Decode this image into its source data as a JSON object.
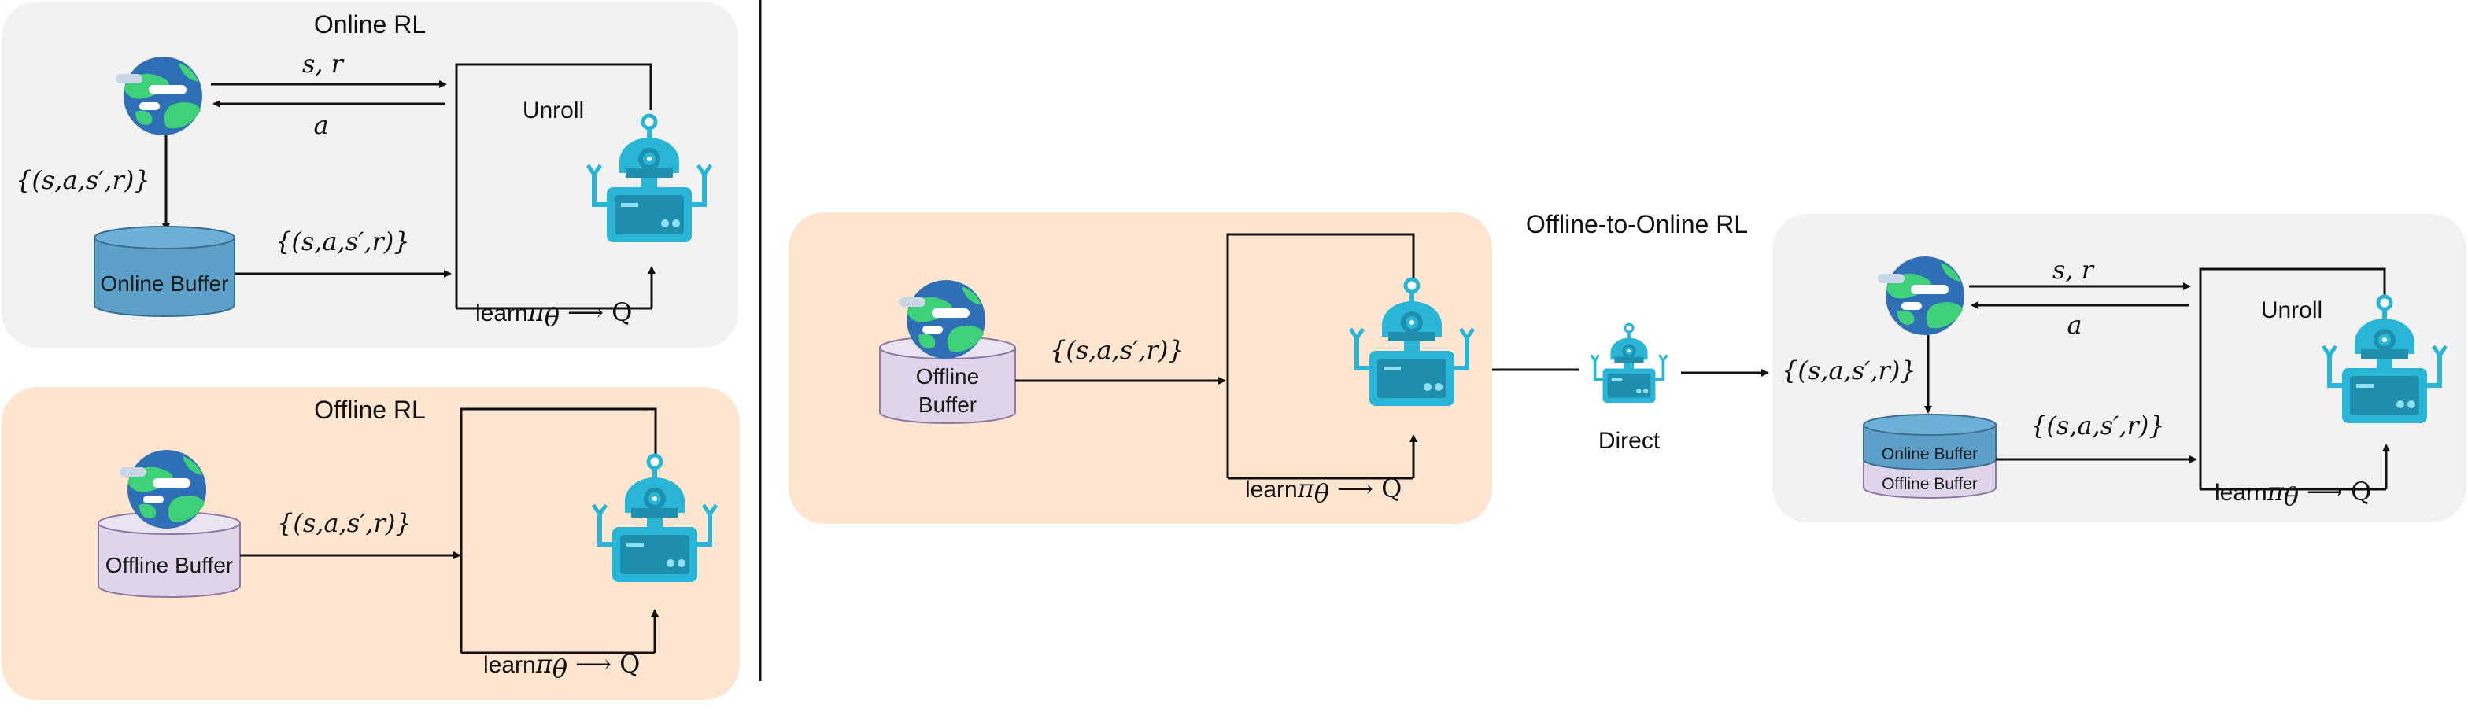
{
  "panels": {
    "online": {
      "title": "Online RL",
      "state_reward": "s, r",
      "action": "a",
      "unroll": "Unroll",
      "transition_left": "{(s,a,s′,r)}",
      "transition_right": "{(s,a,s′,r)}",
      "buffer": "Online Buffer",
      "learn_prefix": "learn",
      "learn_math": "π",
      "learn_sub": "θ",
      "learn_arrow": "⟶ Q"
    },
    "offline": {
      "title": "Offline RL",
      "transition": "{(s,a,s′,r)}",
      "buffer": "Offline Buffer",
      "learn_prefix": "learn",
      "learn_math": "π",
      "learn_sub": "θ",
      "learn_arrow": "⟶ Q"
    },
    "offline_to_online": {
      "title": "Offline-to-Online RL",
      "transition_offline": "{(s,a,s′,r)}",
      "buffer_line1": "Offline",
      "buffer_line2": "Buffer",
      "learn_prefix": "learn",
      "learn_math": "π",
      "learn_sub": "θ",
      "learn_arrow": "⟶ Q",
      "direct": "Direct",
      "state_reward": "s, r",
      "action": "a",
      "unroll": "Unroll",
      "transition_env": "{(s,a,s′,r)}",
      "transition_right": "{(s,a,s′,r)}",
      "online_buffer": "Online Buffer",
      "offline_buffer": "Offline Buffer",
      "learn2_prefix": "learn",
      "learn2_math": "π",
      "learn2_sub": "θ",
      "learn2_arrow": "⟶ Q"
    }
  },
  "colors": {
    "gray_panel": "#f2f2f2",
    "orange_panel": "#fde5cf",
    "online_buffer": "#5ca0c9",
    "offline_buffer": "#e0d4ea",
    "robot": "#29b6d6",
    "robot_dark": "#1f8fb0",
    "earth_ocean": "#2f6fb5",
    "earth_land": "#3fd07a"
  },
  "icons": [
    "earth-icon",
    "robot-icon",
    "database-icon"
  ]
}
